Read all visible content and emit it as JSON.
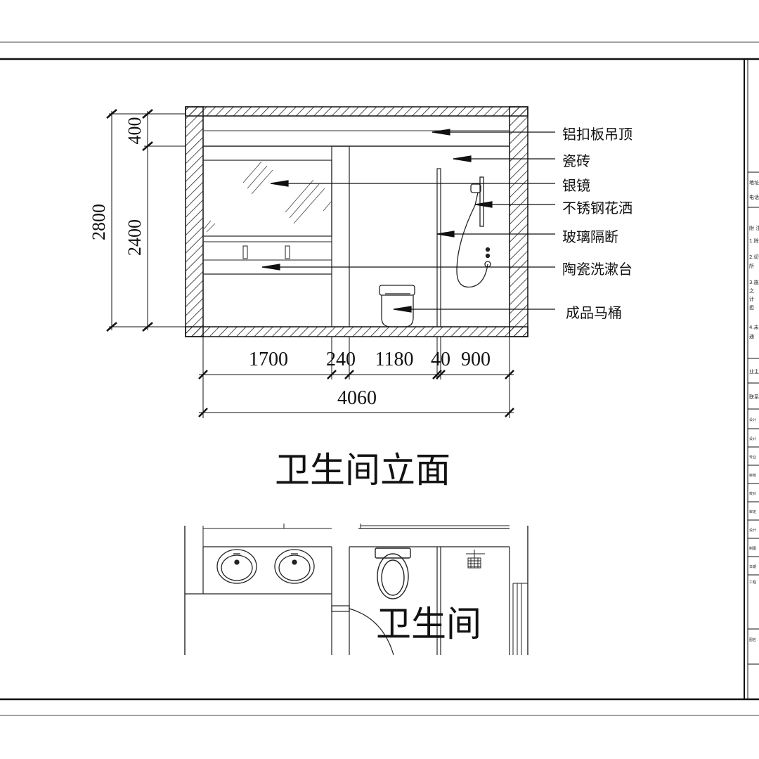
{
  "elevation": {
    "title": "卫生间立面",
    "labels": {
      "ceiling": "铝扣板吊顶",
      "tile": "瓷砖",
      "mirror": "银镜",
      "shower": "不锈钢花洒",
      "glass": "玻璃隔断",
      "basin": "陶瓷洗漱台",
      "toilet": "成品马桶"
    },
    "dims_vertical": {
      "total": "2800",
      "ceiling": "400",
      "wall": "2400"
    },
    "dims_horizontal": {
      "d1": "1700",
      "d2": "240",
      "d3": "1180",
      "d4": "40",
      "d5": "900",
      "total": "4060"
    }
  },
  "plan": {
    "room_label": "卫生间"
  },
  "title_block": {
    "rows": [
      "地址",
      "电话",
      "附 注",
      "1.除",
      "2.切",
      "所",
      "3.施",
      "之",
      "计",
      "担",
      "4.未",
      "通",
      "业主",
      "联系",
      "设计",
      "设计",
      "专业",
      "审核",
      "校对",
      "审定",
      "设计",
      "制图",
      "日期",
      "工程",
      "图名"
    ]
  }
}
